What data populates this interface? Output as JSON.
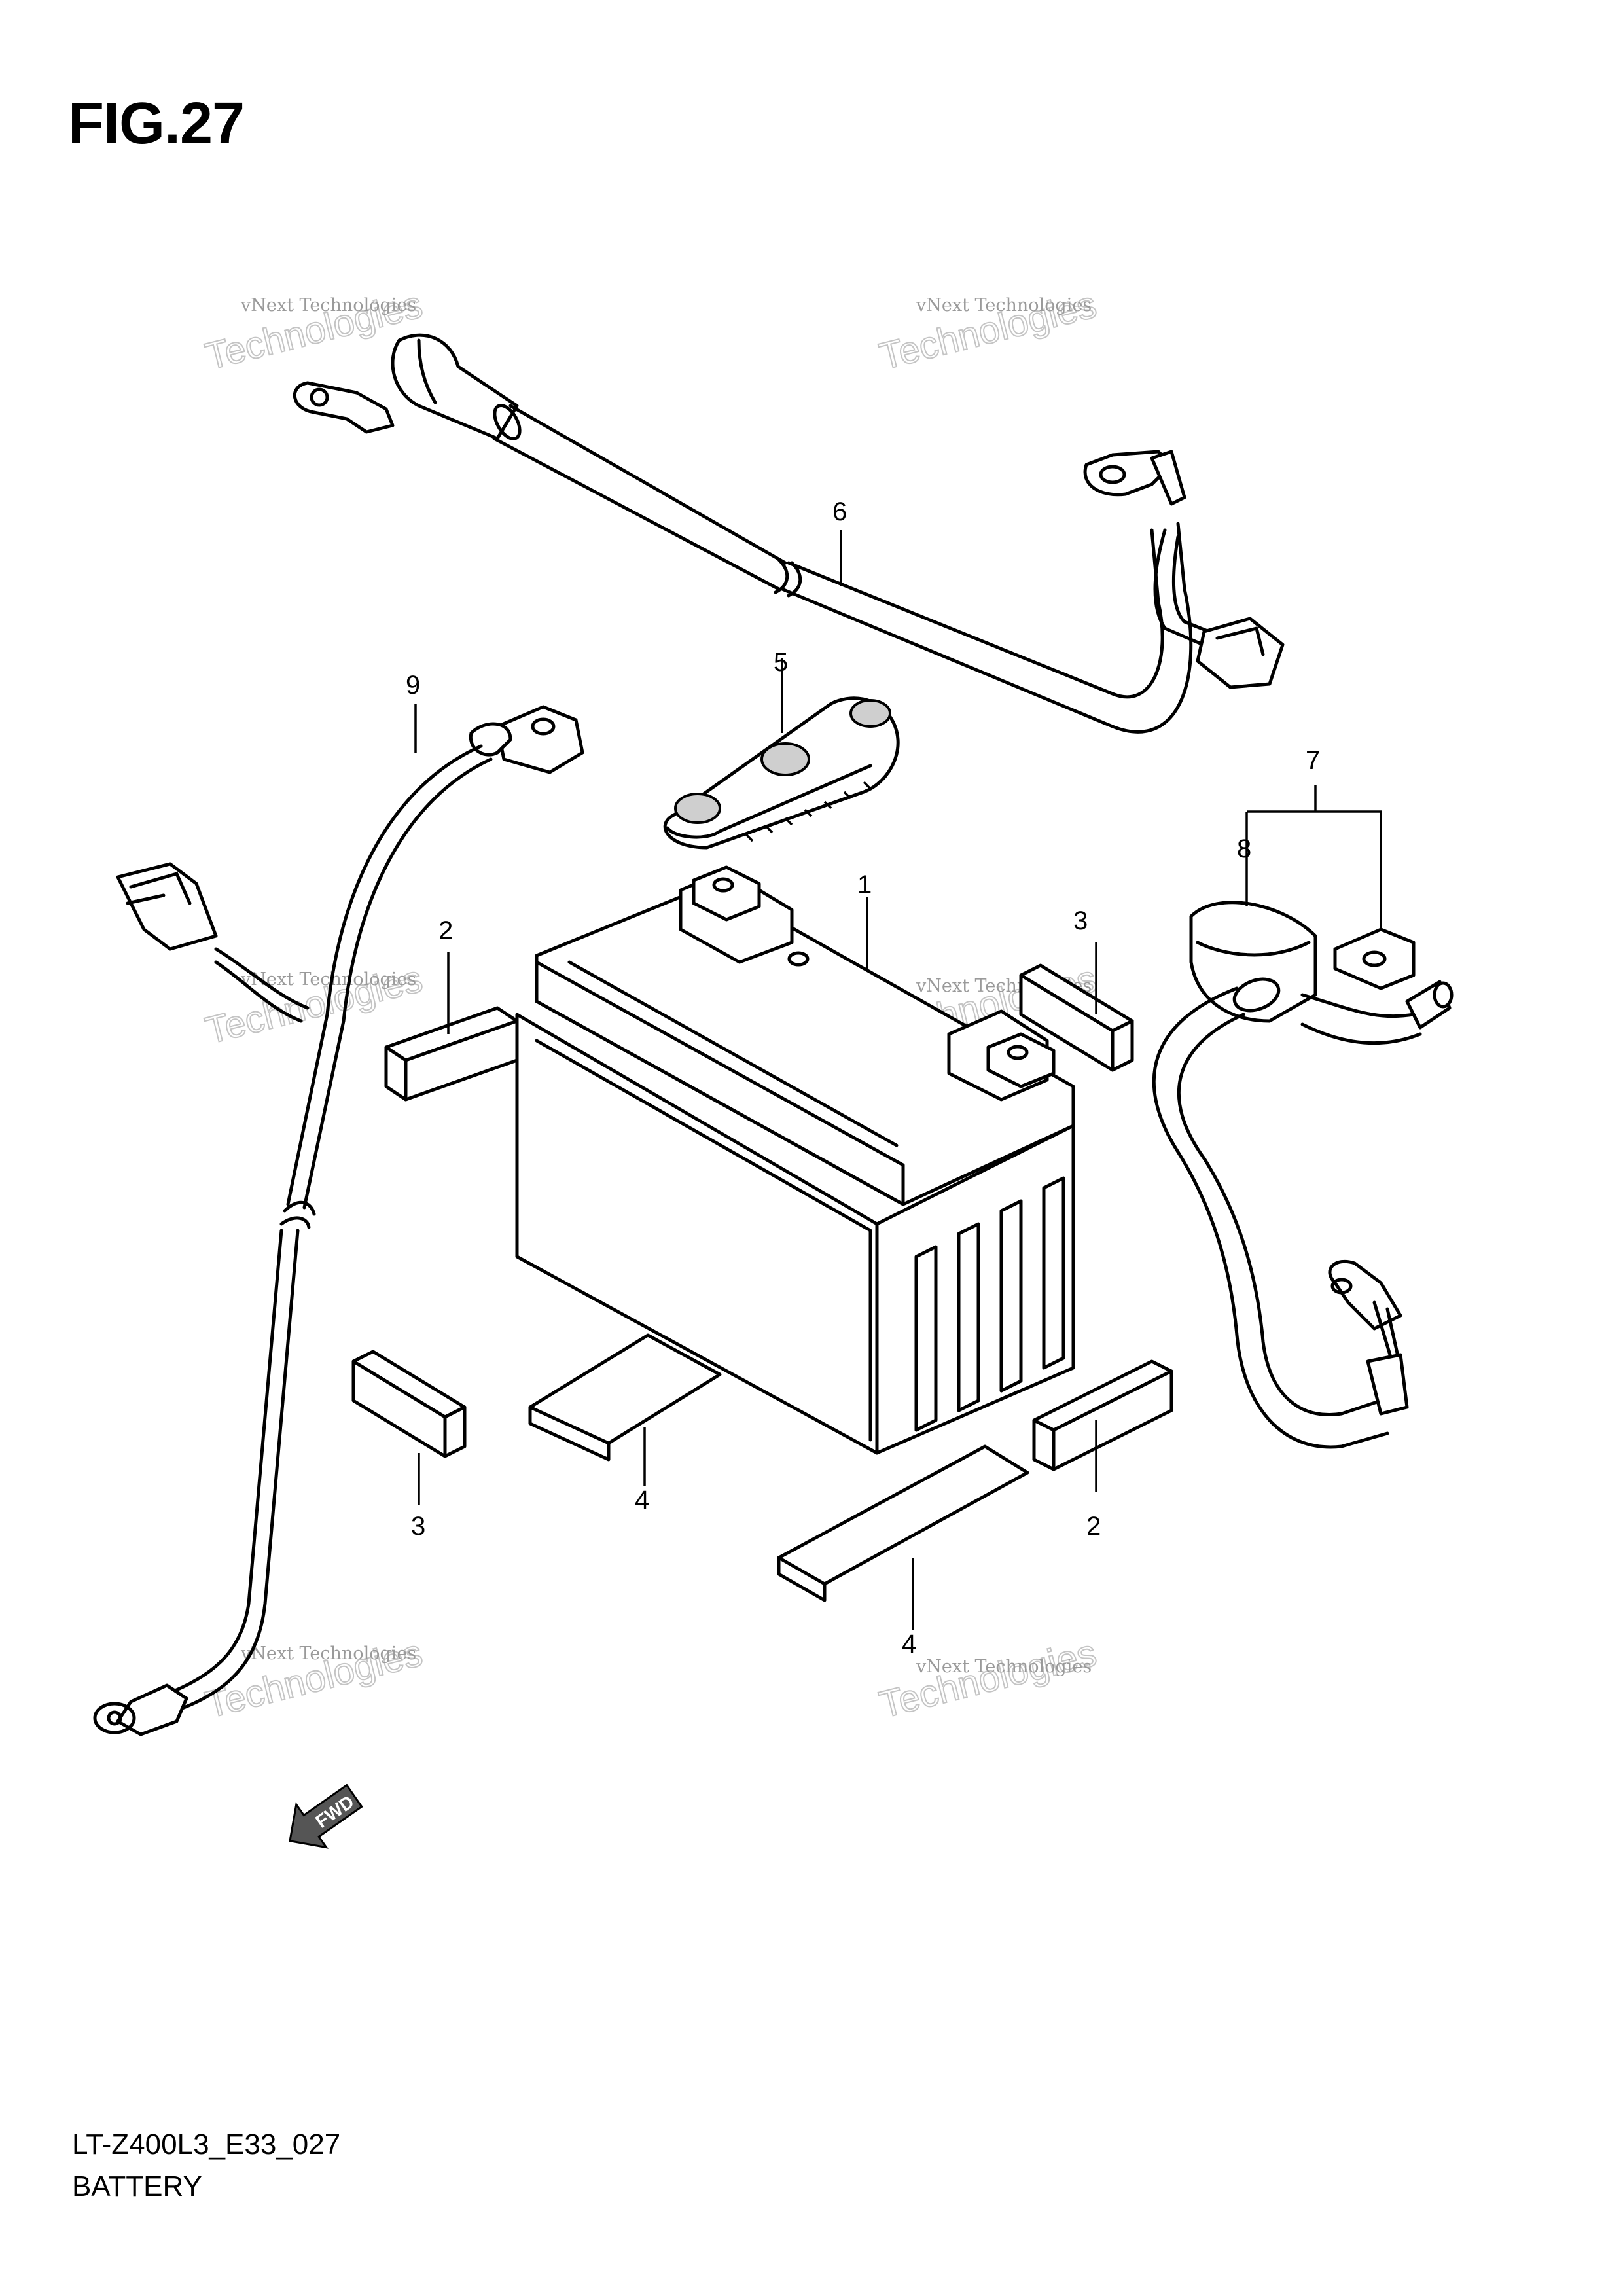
{
  "figure_label": "FIG.27",
  "model_code": "LT-Z400L3_E33_027",
  "section_name": "BATTERY",
  "direction_badge": "FWD",
  "watermark": {
    "line1": "vNext",
    "line2": "vNext Technologies",
    "line3": "Technologies"
  },
  "callouts": [
    "1",
    "2",
    "2",
    "3",
    "3",
    "4",
    "4",
    "5",
    "6",
    "7",
    "8",
    "9"
  ],
  "icons": {
    "direction_arrow": "forward-direction-arrow-icon"
  }
}
